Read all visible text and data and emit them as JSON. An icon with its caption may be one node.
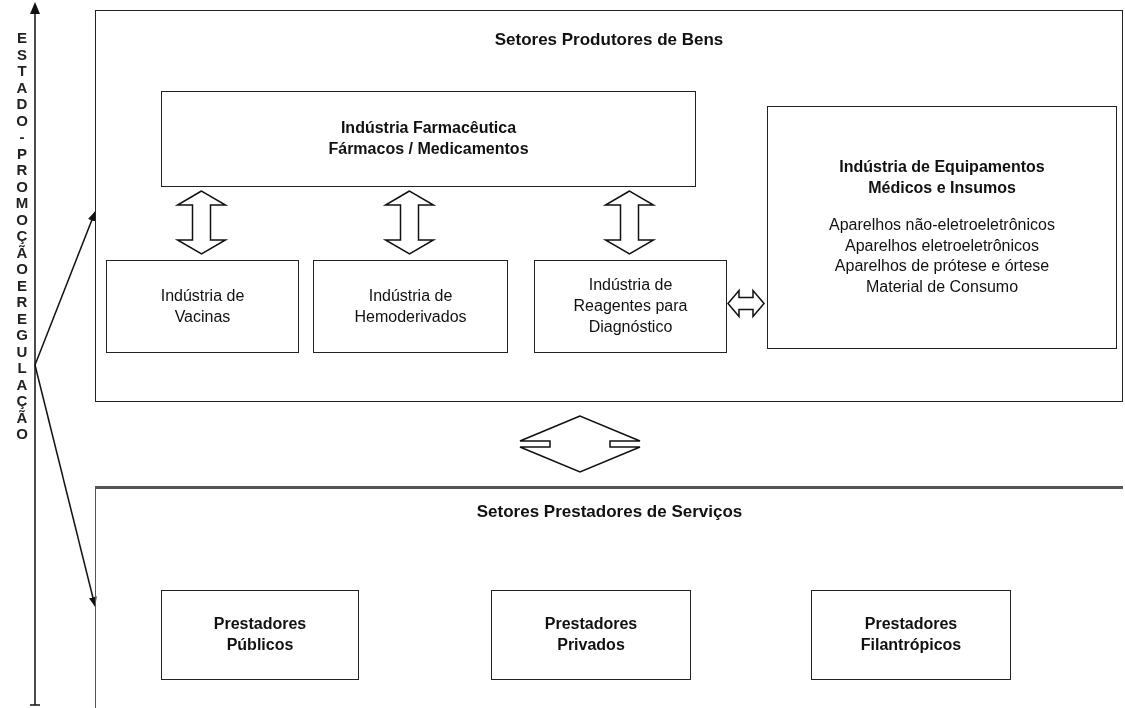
{
  "diagram": {
    "nodes": [
      {
        "text": [
          "Setores Produtores de Bens"
        ]
      },
      {
        "text": [
          "Indústria Farmacêutica Fármacos / Medicamentos"
        ],
        "in": 0
      },
      {
        "text": [
          "Indústria de Vacinas"
        ],
        "in": 0
      },
      {
        "text": [
          "Indústria de Hemoderivados"
        ],
        "in": 0
      },
      {
        "text": [
          "Indústria de Reagentes para Diagnóstico"
        ],
        "in": 0
      },
      {
        "text": [
          "Indústria de Equipamentos Médicos e Insumos",
          "Aparelhos não-eletroeletrônicos",
          "Aparelhos eletroeletrônicos",
          "Aparelhos de prótese e órtese",
          "Material de Consumo"
        ],
        "in": 0
      },
      {
        "text": [
          "Setores Prestadores de Serviços"
        ]
      },
      {
        "text": [
          "Prestadores Públicos"
        ],
        "in": 6
      },
      {
        "text": [
          "Prestadores Privados"
        ],
        "in": 6
      },
      {
        "text": [
          "Prestadores Filantrópicos"
        ],
        "in": 6
      },
      {
        "text": [
          "ESTADO - PROMOÇÃO E REGULAÇÃO"
        ]
      }
    ],
    "edges": [
      {
        "from": 1,
        "to": 2,
        "arrow": "both",
        "style": "thick"
      },
      {
        "from": 1,
        "to": 3,
        "arrow": "both",
        "style": "thick"
      },
      {
        "from": 1,
        "to": 4,
        "arrow": "both",
        "style": "thick"
      },
      {
        "from": 4,
        "to": 5,
        "arrow": "both",
        "style": "thick"
      },
      {
        "from": 0,
        "to": 6,
        "arrow": "both",
        "style": "thick"
      },
      {
        "from": 10,
        "to": 0,
        "arrow": "to"
      },
      {
        "from": 10,
        "to": 6,
        "arrow": "to"
      }
    ]
  }
}
